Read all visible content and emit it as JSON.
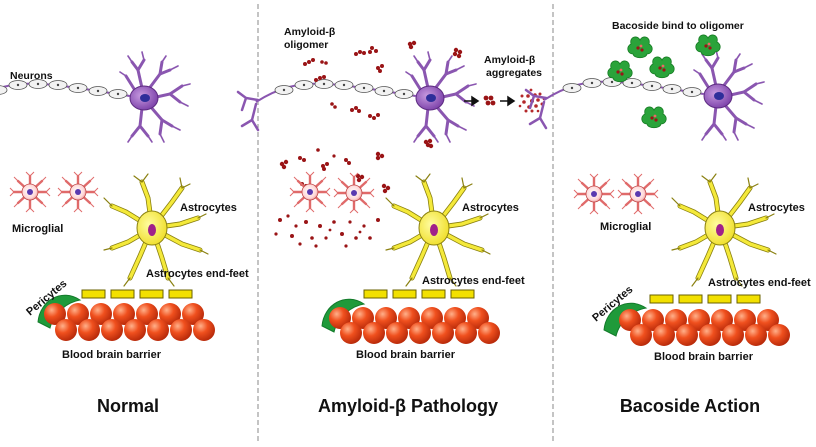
{
  "panels": [
    {
      "title": "Normal",
      "labels": {
        "neurons": "Neurons",
        "microglial": "Microglial",
        "astrocytes": "Astrocytes",
        "endfeet": "Astrocytes end-feet",
        "pericytes": "Pericytes",
        "bbb": "Blood brain barrier"
      }
    },
    {
      "title": "Amyloid-β Pathology",
      "labels": {
        "oligomer_1": "Amyloid-β",
        "oligomer_2": "oligomer",
        "aggregates_1": "Amyloid-β",
        "aggregates_2": "aggregates",
        "astrocytes": "Astrocytes",
        "endfeet": "Astrocytes end-feet",
        "bbb": "Blood brain barrier"
      }
    },
    {
      "title": "Bacoside Action",
      "labels": {
        "bacoside": "Bacoside bind to oligomer",
        "microglial": "Microglial",
        "astrocytes": "Astrocytes",
        "endfeet": "Astrocytes end-feet",
        "pericytes": "Pericytes",
        "bbb": "Blood brain barrier"
      }
    }
  ],
  "colors": {
    "neuron": "#8a56b0",
    "neuron_body": "#7a3fa8",
    "nucleus": "#3a3aa8",
    "myelin": "#f0f0f0",
    "astrocyte": "#f4e93a",
    "astrocyte_stroke": "#7a7010",
    "astro_nucleus": "#a0208a",
    "pericyte": "#1f9a3a",
    "endfoot": "#f2e000",
    "bbb_cell": "#e8421a",
    "amyloid": "#9a1416",
    "bacoside": "#2aa33a",
    "microglia": "#e06a6a",
    "divider": "#888888"
  }
}
